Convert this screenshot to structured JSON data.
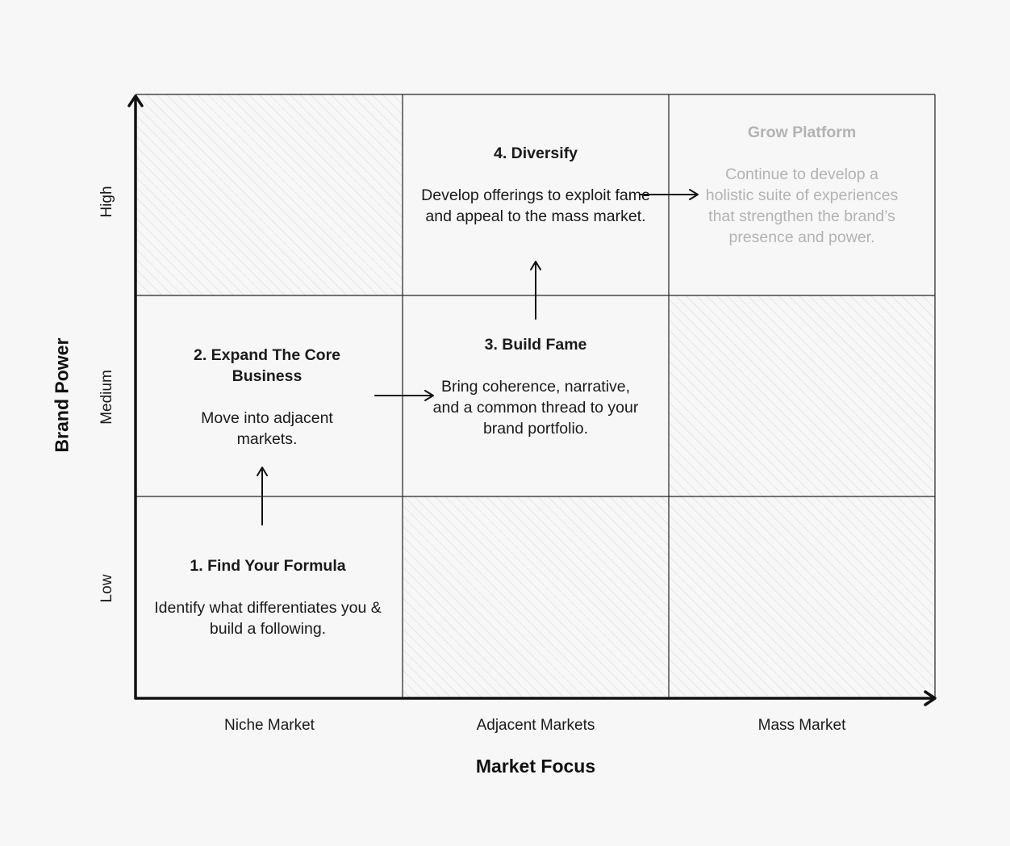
{
  "x_axis": {
    "title": "Market Focus",
    "ticks": [
      "Niche Market",
      "Adjacent Markets",
      "Mass Market"
    ]
  },
  "y_axis": {
    "title": "Brand Power",
    "ticks": [
      "Low",
      "Medium",
      "High"
    ]
  },
  "cells": {
    "find_formula": {
      "title": "1. Find Your Formula",
      "body": "Identify what differentiates you & build a following."
    },
    "expand_core": {
      "title": "2. Expand The Core Business",
      "body": "Move into adjacent markets."
    },
    "build_fame": {
      "title": "3. Build Fame",
      "body": "Bring coherence, narrative, and a common thread to your brand portfolio."
    },
    "diversify": {
      "title": "4. Diversify",
      "body": "Develop offerings to exploit fame and appeal to the mass market."
    },
    "grow_platform": {
      "title": "Grow Platform",
      "body": "Continue to develop a holistic suite of experiences that strengthen the brand’s presence and power."
    }
  },
  "colors": {
    "background": "#f7f7f7",
    "line": "#111111",
    "hatch": "#d9d9d9",
    "faded_text": "#b3b3b3"
  }
}
